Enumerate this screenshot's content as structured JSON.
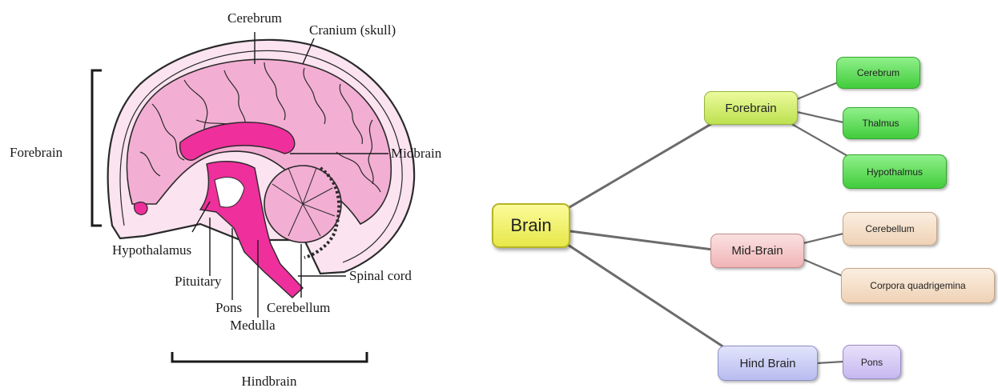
{
  "brain_illustration": {
    "labels": {
      "cerebrum": "Cerebrum",
      "cranium": "Cranium (skull)",
      "forebrain": "Forebrain",
      "midbrain": "Midbrain",
      "hypothalamus": "Hypothalamus",
      "pituitary": "Pituitary",
      "spinal_cord": "Spinal cord",
      "pons": "Pons",
      "cerebellum": "Cerebellum",
      "medulla": "Medulla",
      "hindbrain": "Hindbrain"
    },
    "colors": {
      "cortex": "#f3aed3",
      "cortex_dark": "#e98cc0",
      "brainstem": "#ee2f9c",
      "outline": "#2a2a2a"
    }
  },
  "concept_map": {
    "root": {
      "label": "Brain",
      "color": "#eeee6a"
    },
    "branches": [
      {
        "label": "Forebrain",
        "color": "#cde86a",
        "children": [
          "Cerebrum",
          "Thalmus",
          "Hypothalmus"
        ],
        "child_color": "#5ed658"
      },
      {
        "label": "Mid-Brain",
        "color": "#f4c6c8",
        "children": [
          "Cerebellum",
          "Corpora quadrigemina"
        ],
        "child_color": "#f4dcc6"
      },
      {
        "label": "Hind Brain",
        "color": "#c8cbf4",
        "children": [
          "Pons"
        ],
        "child_color": "#d6cbf4"
      }
    ],
    "connector_color": "#6b6b6b"
  }
}
